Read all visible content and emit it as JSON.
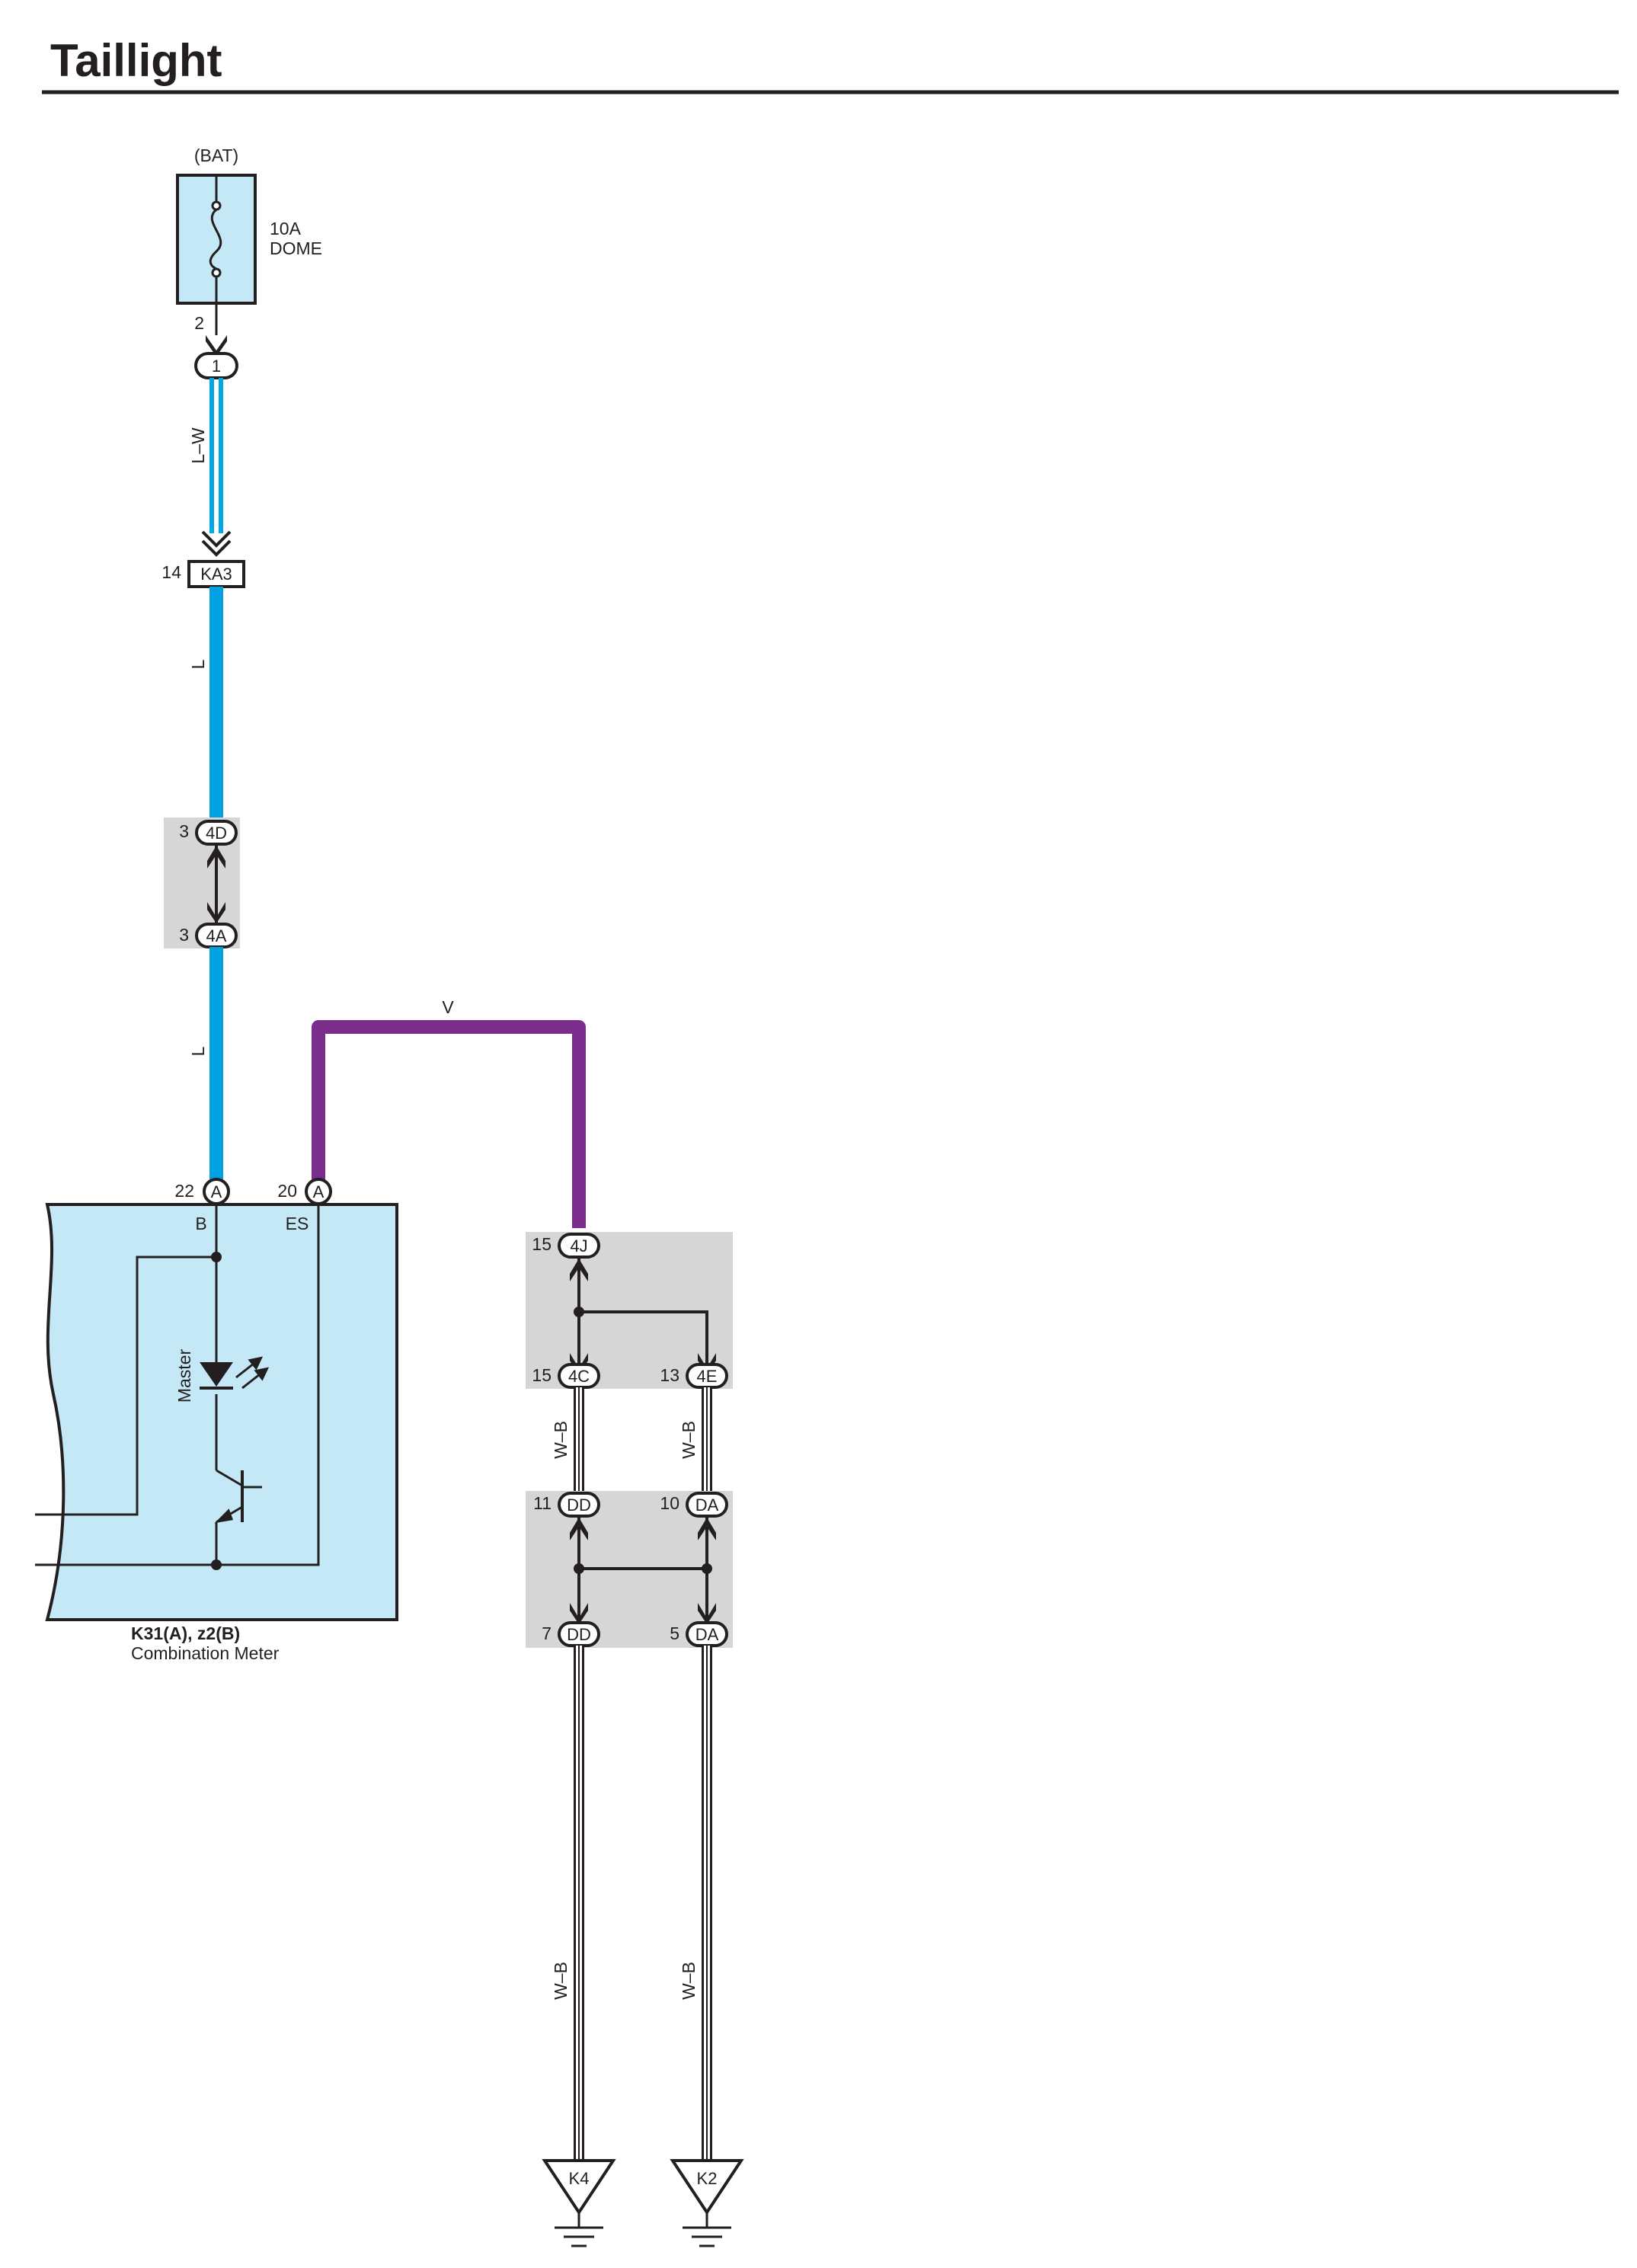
{
  "title": "Taillight",
  "colors": {
    "wire_blue": "#00a0e3",
    "wire_blue_light": "#00a8e8",
    "wire_violet": "#7a2d8c",
    "component_fill": "#c5e8f7",
    "junction_fill": "#d6d6d7",
    "ink": "#231f20"
  },
  "fuse": {
    "source": "(BAT)",
    "rating": "10A",
    "name": "DOME",
    "pin": "2"
  },
  "connectors": {
    "c1": {
      "code": "1"
    },
    "ka3": {
      "pin": "14",
      "code": "KA3"
    },
    "j4d": {
      "pin": "3",
      "code": "4D"
    },
    "j4a": {
      "pin": "3",
      "code": "4A"
    },
    "meter_b": {
      "pin": "22",
      "code": "A"
    },
    "meter_es": {
      "pin": "20",
      "code": "A"
    },
    "j4j": {
      "pin": "15",
      "code": "4J"
    },
    "j4c": {
      "pin": "15",
      "code": "4C"
    },
    "j4e": {
      "pin": "13",
      "code": "4E"
    },
    "dd_top": {
      "pin": "11",
      "code": "DD"
    },
    "da_top": {
      "pin": "10",
      "code": "DA"
    },
    "dd_bot": {
      "pin": "7",
      "code": "DD"
    },
    "da_bot": {
      "pin": "5",
      "code": "DA"
    }
  },
  "wires": {
    "lw": "L–W",
    "l_upper": "L",
    "l_lower": "L",
    "v": "V",
    "wb_upper_left": "W–B",
    "wb_upper_right": "W–B",
    "wb_lower_left": "W–B",
    "wb_lower_right": "W–B"
  },
  "meter": {
    "terminal_b": "B",
    "terminal_es": "ES",
    "led_label": "Master",
    "part_code": "K31(A), z2(B)",
    "part_name": "Combination Meter"
  },
  "grounds": {
    "left": "K4",
    "right": "K2"
  }
}
